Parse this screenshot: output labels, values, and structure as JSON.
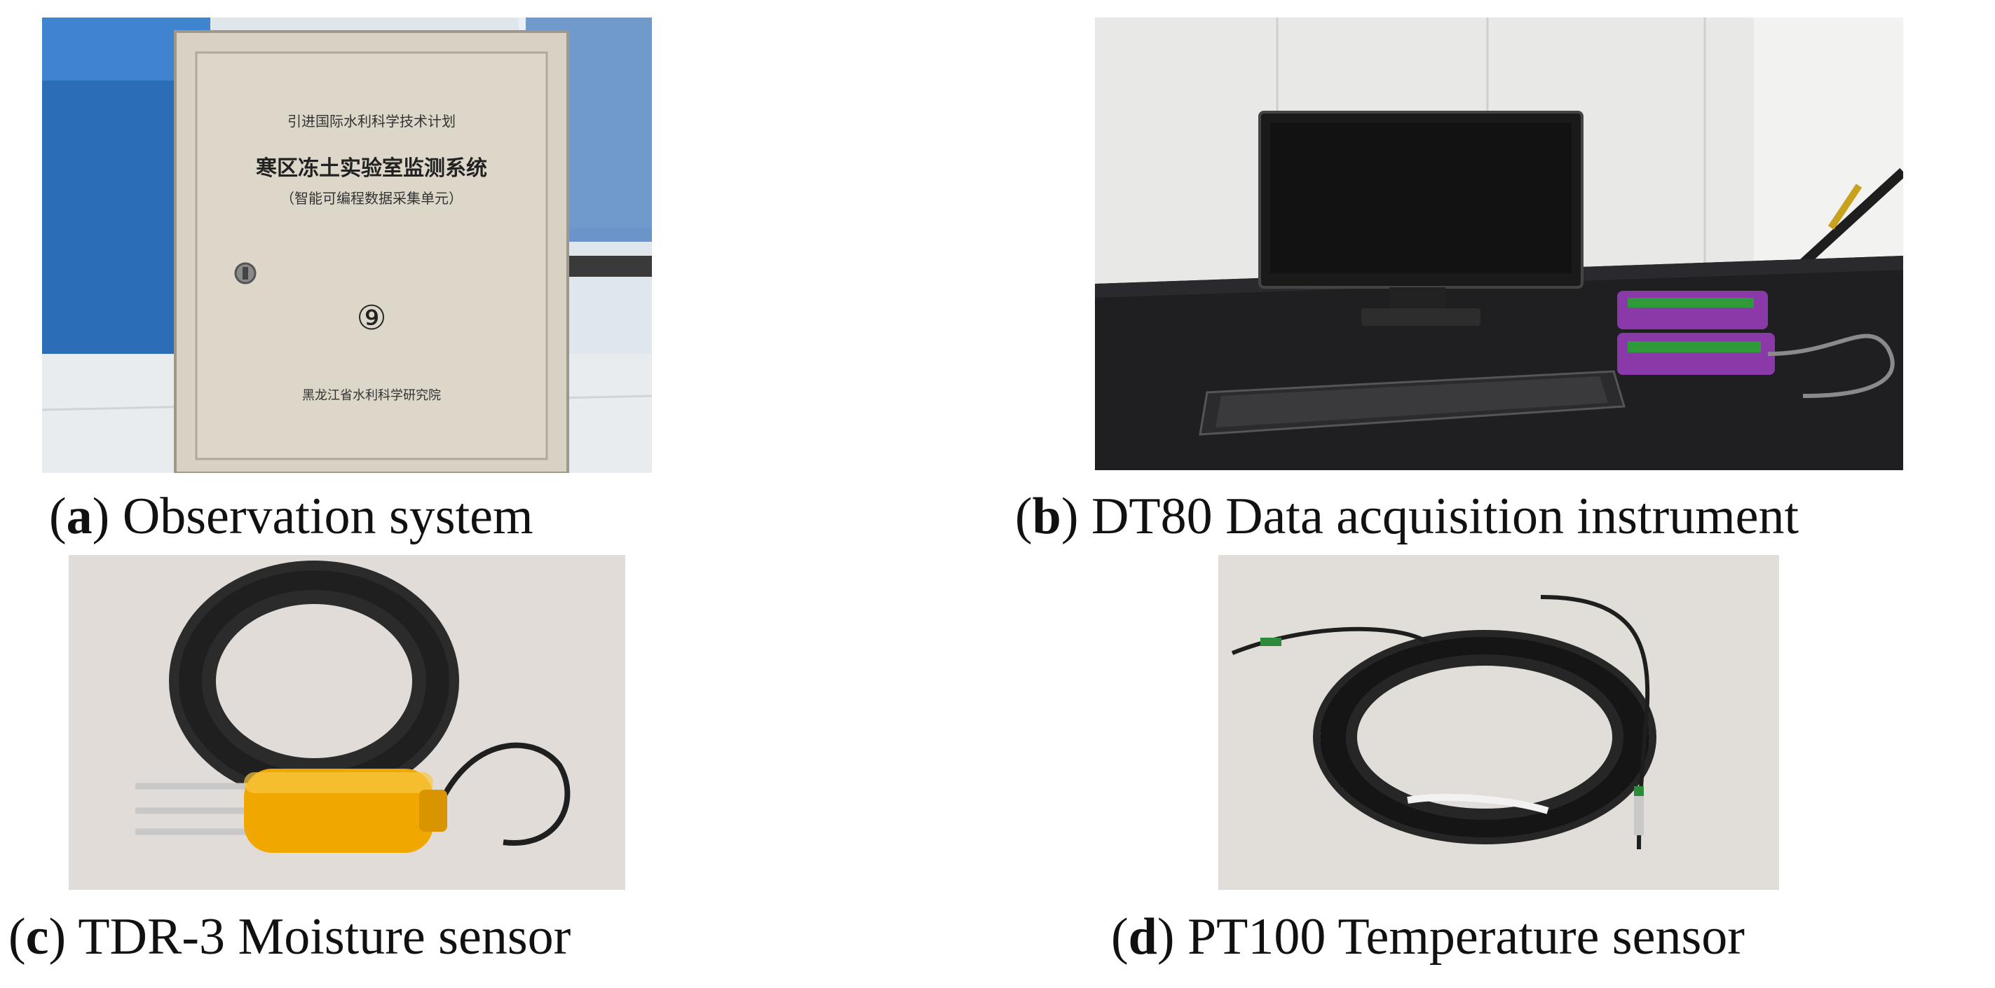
{
  "figure": {
    "panels": [
      {
        "letter": "a",
        "caption": "Observation system",
        "cabinet_text": {
          "line1": "引进国际水利科学技术计划",
          "line2": "寒区冻土实验室监测系统",
          "line3": "（智能可编程数据采集单元）",
          "number": "⑨",
          "bottom": "黑龙江省水利科学研究院"
        }
      },
      {
        "letter": "b",
        "caption": "DT80 Data acquisition instrument"
      },
      {
        "letter": "c",
        "caption": "TDR-3 Moisture sensor"
      },
      {
        "letter": "d",
        "caption": "PT100 Temperature sensor"
      }
    ]
  }
}
